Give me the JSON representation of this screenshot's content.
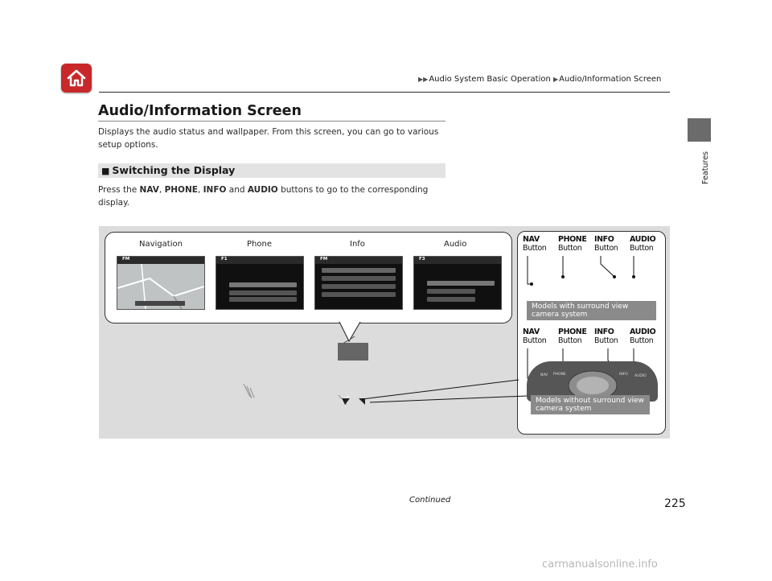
{
  "header": {
    "breadcrumb": [
      "Audio System Basic Operation",
      "Audio/Information Screen"
    ]
  },
  "side_tab": {
    "label": "Features"
  },
  "title": "Audio/Information Screen",
  "intro": "Displays the audio status and wallpaper. From this screen, you can go to various setup options.",
  "section": {
    "marker": "■",
    "title": "Switching the Display"
  },
  "instructions": {
    "pre": "Press the ",
    "b1": "NAV",
    "sep1": ", ",
    "b2": "PHONE",
    "sep2": ", ",
    "b3": "INFO",
    "sep3": " and ",
    "b4": "AUDIO",
    "post": " buttons to go to the corresponding display."
  },
  "figure": {
    "screens": [
      {
        "label": "Navigation",
        "tag": "FM"
      },
      {
        "label": "Phone",
        "tag": "F1"
      },
      {
        "label": "Info",
        "tag": "FM"
      },
      {
        "label": "Audio",
        "tag": "F3"
      }
    ],
    "buttons_top": [
      {
        "line1": "NAV",
        "line2": "Button"
      },
      {
        "line1": "PHONE",
        "line2": "Button"
      },
      {
        "line1": "INFO",
        "line2": "Button"
      },
      {
        "line1": "AUDIO",
        "line2": "Button"
      }
    ],
    "buttons_bottom": [
      {
        "line1": "NAV",
        "line2": "Button"
      },
      {
        "line1": "PHONE",
        "line2": "Button"
      },
      {
        "line1": "INFO",
        "line2": "Button"
      },
      {
        "line1": "AUDIO",
        "line2": "Button"
      }
    ],
    "console_buttons": [
      "NAV",
      "PHONE",
      "INFO",
      "AUDIO"
    ],
    "note_surround": "Models with surround view camera system",
    "note_no_surround": "Models without surround view camera system"
  },
  "footer": {
    "continued": "Continued",
    "page_number": "225",
    "watermark": "carmanualsonline.info"
  },
  "colors": {
    "home_button": "#c8282a",
    "side_tab": "#6b6b6b",
    "figure_bg": "#dcdcdc",
    "note_bg": "#8a8a8a"
  }
}
